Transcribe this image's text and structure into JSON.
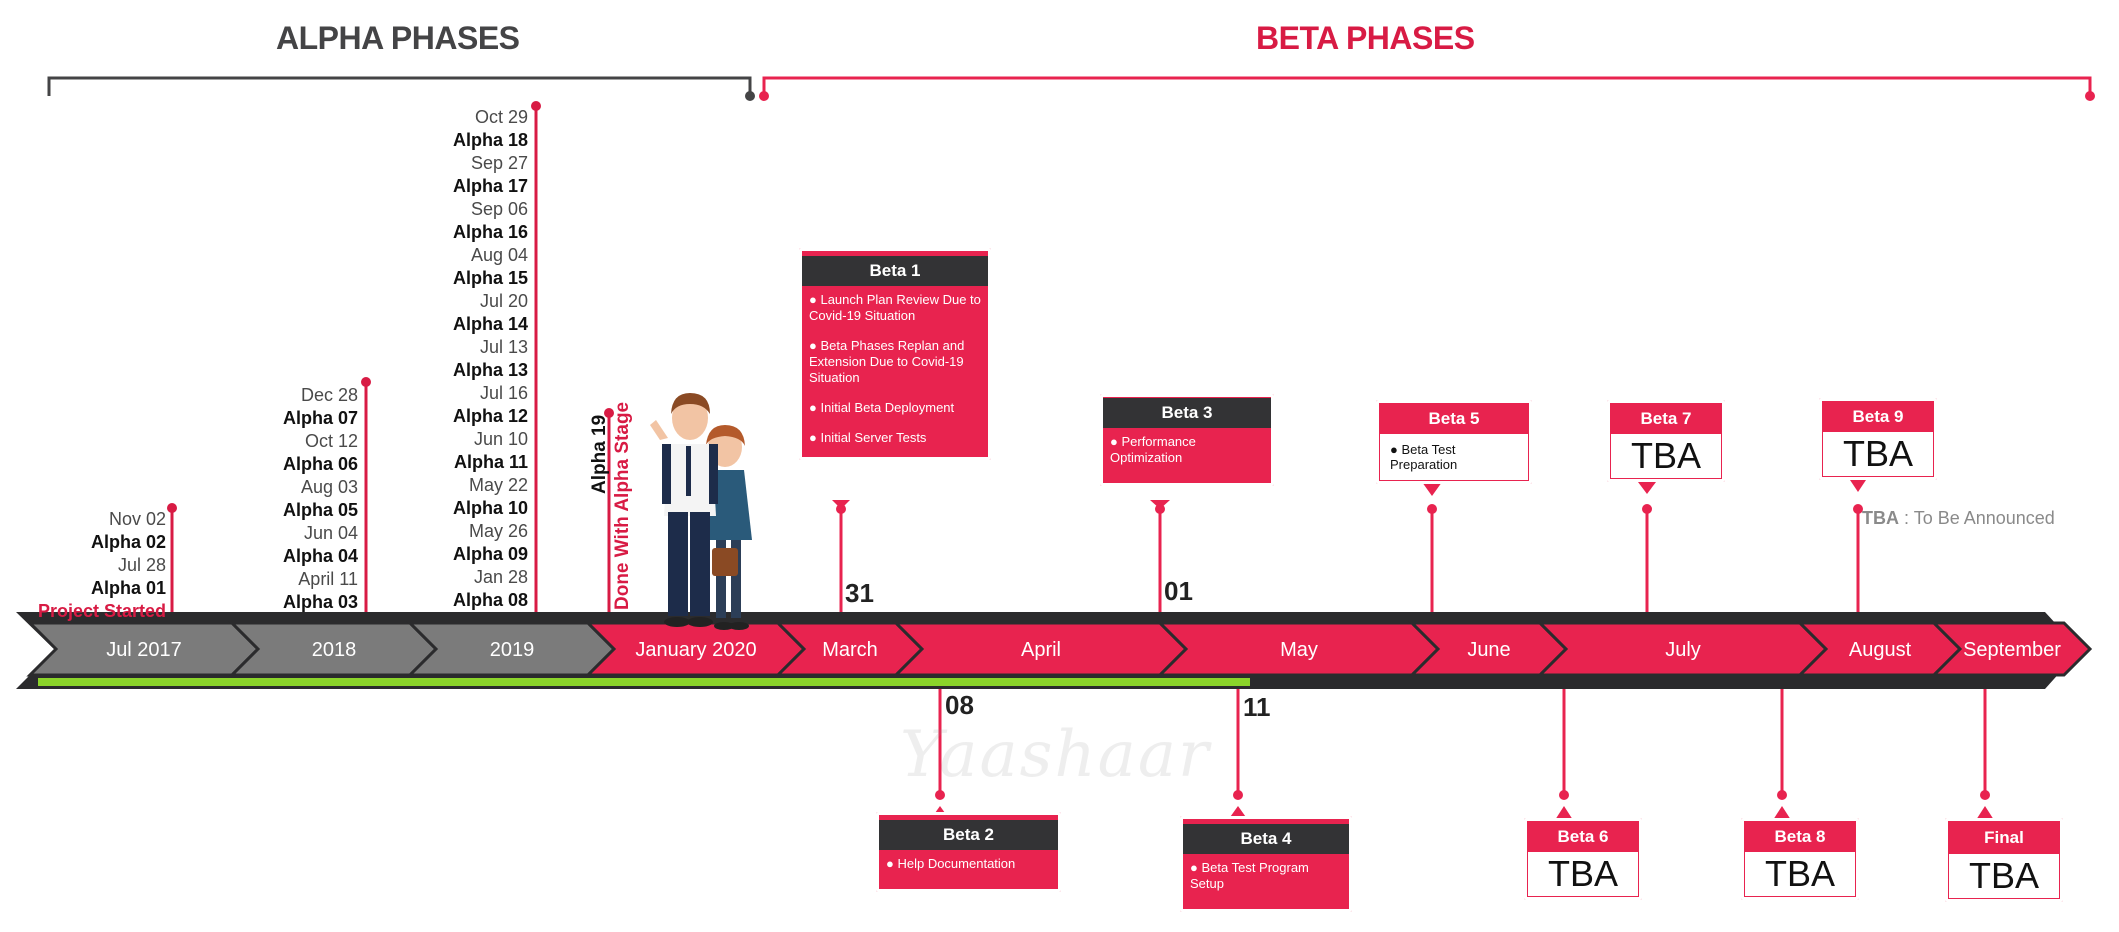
{
  "alpha_title": "ALPHA PHASES",
  "beta_title": "BETA PHASES",
  "alpha_group_1": [
    {
      "date": "Nov 02",
      "label": "Alpha 02"
    },
    {
      "date": "Jul 28",
      "label": "Alpha 01"
    }
  ],
  "project_started": "Project Started",
  "alpha_group_2": [
    {
      "date": "Dec 28",
      "label": "Alpha 07"
    },
    {
      "date": "Oct 12",
      "label": "Alpha 06"
    },
    {
      "date": "Aug 03",
      "label": "Alpha 05"
    },
    {
      "date": "Jun 04",
      "label": "Alpha 04"
    },
    {
      "date": "April 11",
      "label": "Alpha 03"
    }
  ],
  "alpha_group_3": [
    {
      "date": "Oct 29",
      "label": "Alpha 18"
    },
    {
      "date": "Sep 27",
      "label": "Alpha 17"
    },
    {
      "date": "Sep 06",
      "label": "Alpha 16"
    },
    {
      "date": "Aug 04",
      "label": "Alpha 15"
    },
    {
      "date": "Jul 20",
      "label": "Alpha 14"
    },
    {
      "date": "Jul 13",
      "label": "Alpha 13"
    },
    {
      "date": "Jul 16",
      "label": "Alpha 12"
    },
    {
      "date": "Jun 10",
      "label": "Alpha 11"
    },
    {
      "date": "May 22",
      "label": "Alpha 10"
    },
    {
      "date": "May 26",
      "label": "Alpha 09"
    },
    {
      "date": "Jan 28",
      "label": "Alpha 08"
    }
  ],
  "alpha19": {
    "label": "Alpha 19",
    "note": "Done With Alpha Stage"
  },
  "timeline": [
    {
      "label": "Jul 2017",
      "color": "#7b7b7b"
    },
    {
      "label": "2018",
      "color": "#7b7b7b"
    },
    {
      "label": "2019",
      "color": "#7b7b7b"
    },
    {
      "label": "January 2020",
      "color": "#e8234f"
    },
    {
      "label": "March",
      "color": "#e8234f"
    },
    {
      "label": "April",
      "color": "#e8234f"
    },
    {
      "label": "May",
      "color": "#e8234f"
    },
    {
      "label": "June",
      "color": "#e8234f"
    },
    {
      "label": "July",
      "color": "#e8234f"
    },
    {
      "label": "August",
      "color": "#e8234f"
    },
    {
      "label": "September",
      "color": "#e8234f"
    }
  ],
  "day_numbers": {
    "d31": "31",
    "d01": "01",
    "d08": "08",
    "d11": "11"
  },
  "beta1": {
    "title": "Beta 1",
    "items": [
      "Launch Plan Review Due to Covid-19 Situation",
      "Beta Phases Replan and Extension Due to Covid-19 Situation",
      "Initial Beta Deployment",
      "Initial Server Tests"
    ]
  },
  "beta2": {
    "title": "Beta 2",
    "items": [
      "Help Documentation"
    ]
  },
  "beta3": {
    "title": "Beta 3",
    "items": [
      "Performance Optimization"
    ]
  },
  "beta4": {
    "title": "Beta 4",
    "items": [
      "Beta Test Program Setup"
    ]
  },
  "beta5": {
    "title": "Beta 5",
    "items": [
      "Beta Test Preparation"
    ]
  },
  "beta6": {
    "title": "Beta 6",
    "value": "TBA"
  },
  "beta7": {
    "title": "Beta 7",
    "value": "TBA"
  },
  "beta8": {
    "title": "Beta 8",
    "value": "TBA"
  },
  "beta9": {
    "title": "Beta 9",
    "value": "TBA"
  },
  "final": {
    "title": "Final",
    "value": "TBA"
  },
  "legend": {
    "abbr": "TBA",
    "text": ": To Be Announced"
  },
  "watermark": "Yaashaar",
  "colors": {
    "accent": "#e8234f",
    "dark": "#333335",
    "grey": "#7b7b7b",
    "progress": "#8bd42a"
  }
}
